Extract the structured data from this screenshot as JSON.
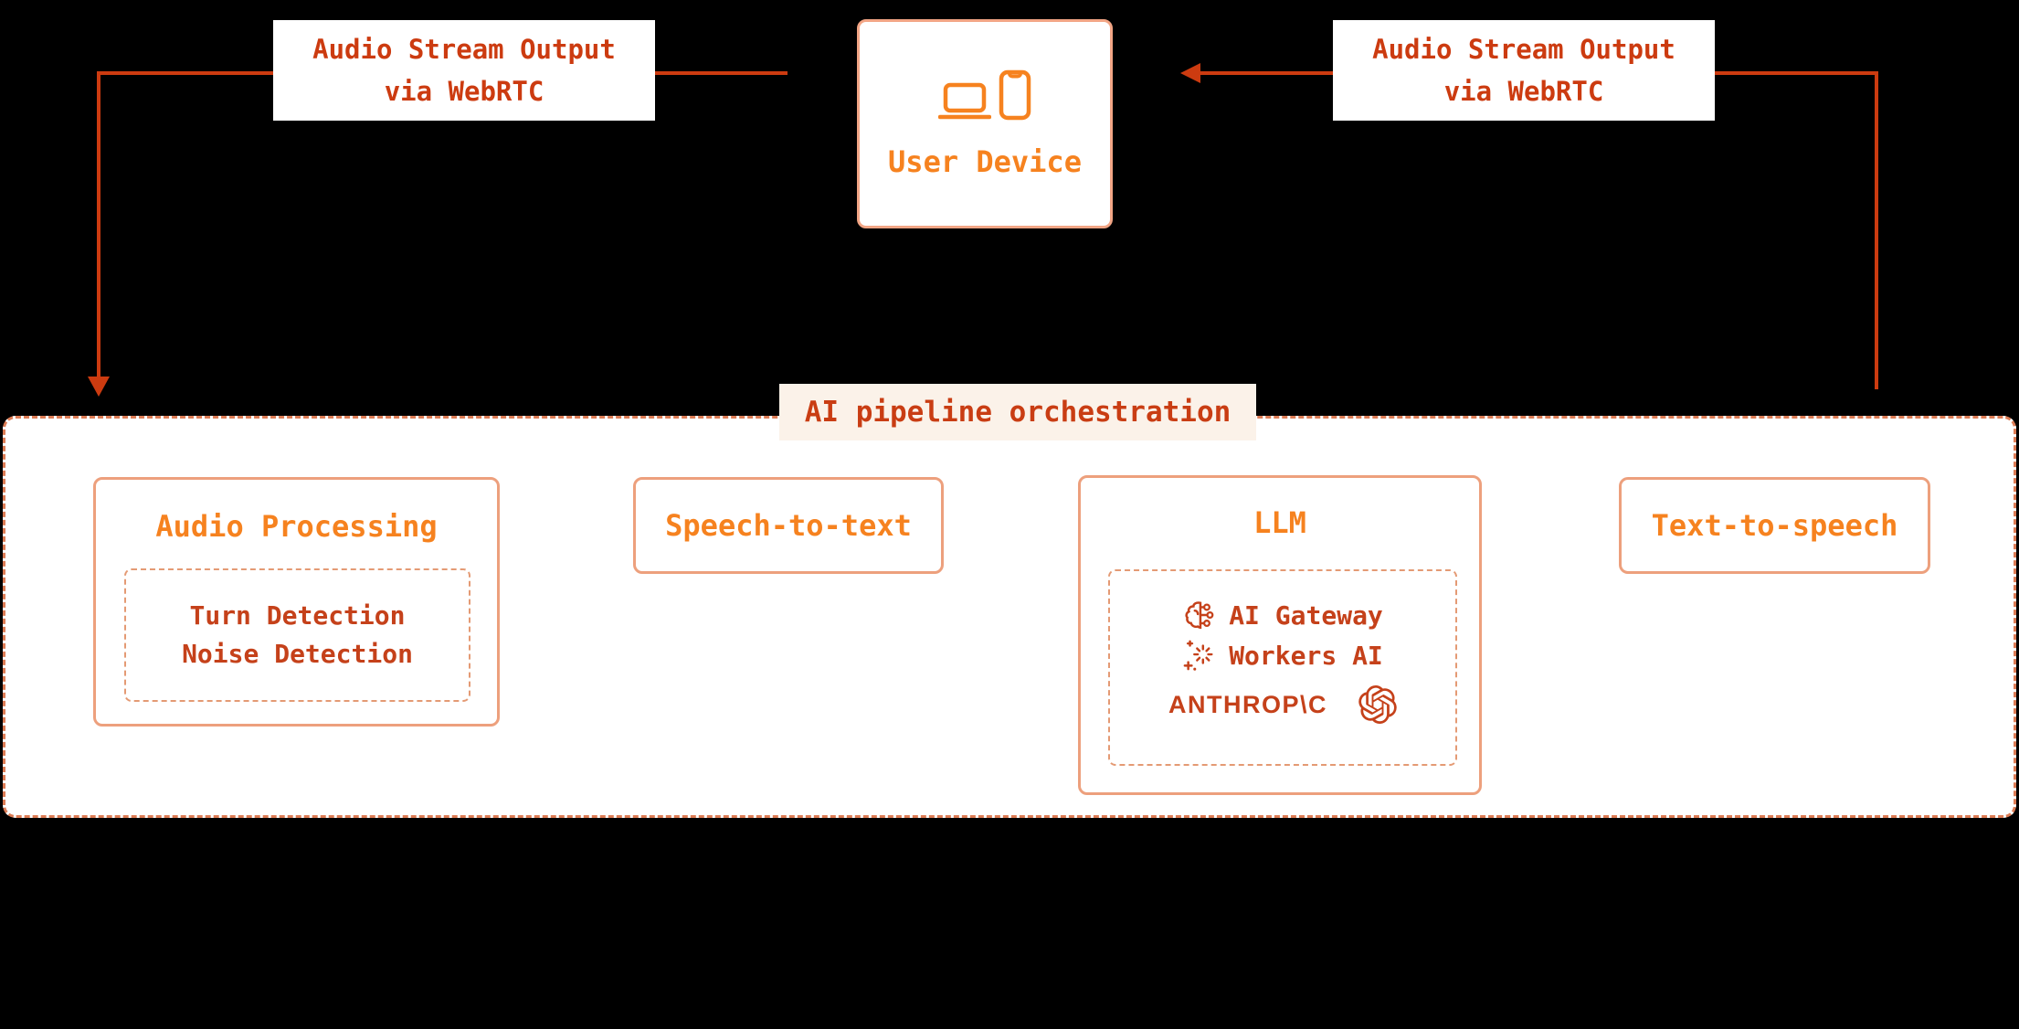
{
  "labels": {
    "audio_stream_left": {
      "line1": "Audio Stream Output",
      "line2": "via WebRTC"
    },
    "audio_stream_right": {
      "line1": "Audio Stream Output",
      "line2": "via WebRTC"
    }
  },
  "user_device": {
    "title": "User Device"
  },
  "pipeline": {
    "title": "AI pipeline orchestration",
    "audio_processing": {
      "title": "Audio Processing",
      "items": [
        "Turn Detection",
        "Noise Detection"
      ]
    },
    "speech_to_text": {
      "title": "Speech-to-text"
    },
    "llm": {
      "title": "LLM",
      "providers": [
        {
          "icon": "ai-gateway-icon",
          "label": "AI Gateway"
        },
        {
          "icon": "workers-ai-icon",
          "label": "Workers AI"
        },
        {
          "icon": "openai-logo",
          "label": "ANTHROP\\C"
        }
      ]
    },
    "text_to_speech": {
      "title": "Text-to-speech"
    }
  },
  "colors": {
    "background": "#000000",
    "accent_orange": "#F6821F",
    "dark_orange_red": "#CC3B10",
    "inner_text": "#C5411A",
    "salmon_border": "#EDA07D",
    "salmon_arrow": "#DD8265",
    "title_badge_bg": "#FBF2E9"
  }
}
